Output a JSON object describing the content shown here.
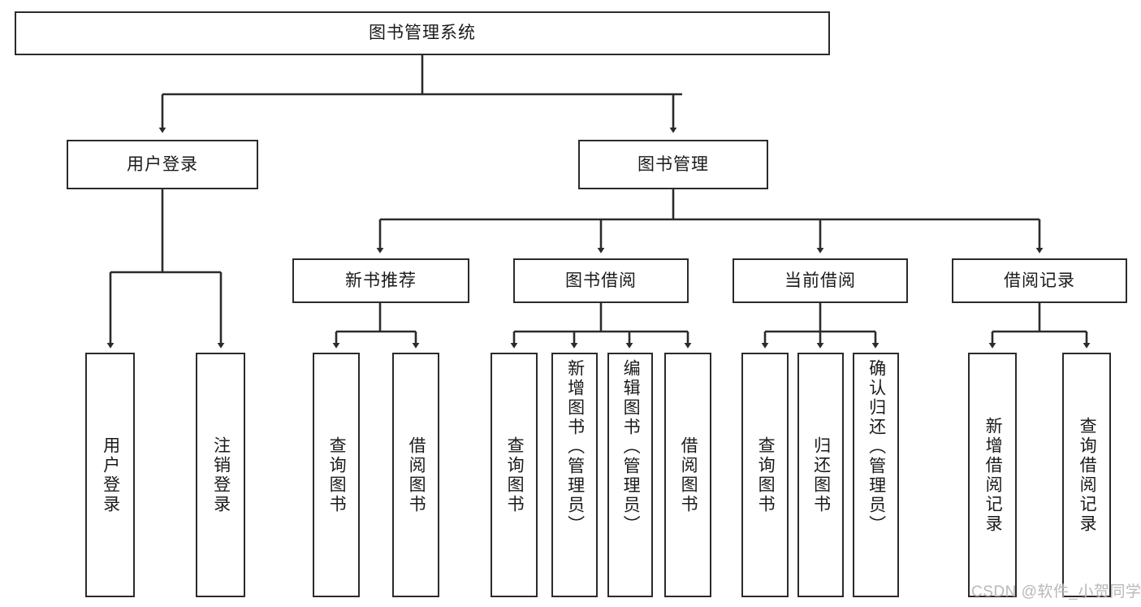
{
  "diagram": {
    "type": "tree-hierarchy-chart",
    "title": "图书管理系统",
    "stroke_color": "#2b2b2b",
    "background_color": "#ffffff",
    "text_color": "#1a1a1a",
    "root": {
      "label": "图书管理系统"
    },
    "level2": [
      {
        "label": "用户登录"
      },
      {
        "label": "图书管理"
      }
    ],
    "level3": [
      {
        "label": "新书推荐"
      },
      {
        "label": "图书借阅"
      },
      {
        "label": "当前借阅"
      },
      {
        "label": "借阅记录"
      }
    ],
    "leaves": {
      "user_login": [
        {
          "label": "用户登录"
        },
        {
          "label": "注销登录"
        }
      ],
      "new_book_recommend": [
        {
          "label": "查询图书"
        },
        {
          "label": "借阅图书"
        }
      ],
      "book_borrow": [
        {
          "label": "查询图书"
        },
        {
          "label": "新增图书（管理员）"
        },
        {
          "label": "编辑图书（管理员）"
        },
        {
          "label": "借阅图书"
        }
      ],
      "current_borrow": [
        {
          "label": "查询图书"
        },
        {
          "label": "归还图书"
        },
        {
          "label": "确认归还（管理员）"
        }
      ],
      "borrow_record": [
        {
          "label": "新增借阅记录"
        },
        {
          "label": "查询借阅记录"
        }
      ]
    },
    "watermark": "CSDN @软件_小贺同学"
  }
}
